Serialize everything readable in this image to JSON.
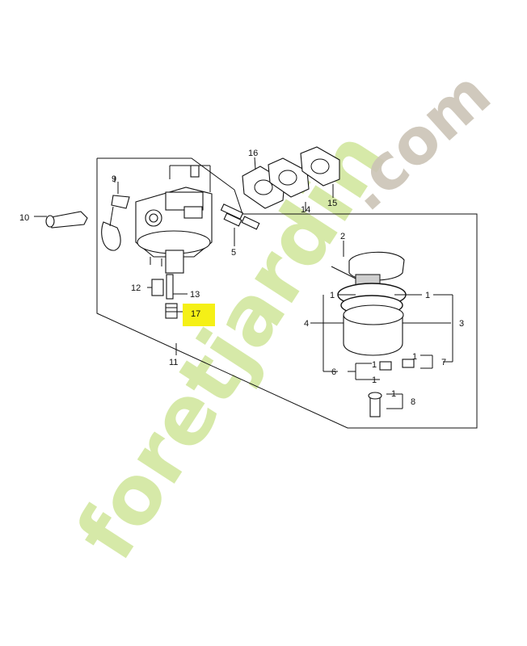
{
  "watermark": {
    "text_main": "foretjardin",
    "text_suffix": ".com",
    "color_green": "#cfe69a",
    "color_orange": "#f6c79a",
    "color_grey": "#cbc4b6"
  },
  "highlight_color": "#f5f016",
  "callouts": {
    "c1a": "1",
    "c1b": "1",
    "c1c": "1",
    "c1d": "1",
    "c1e": "1",
    "c1f": "1",
    "c2": "2",
    "c3": "3",
    "c4": "4",
    "c5": "5",
    "c6": "6",
    "c7": "7",
    "c8": "8",
    "c9": "9",
    "c10": "10",
    "c11": "11",
    "c12": "12",
    "c13": "13",
    "c14": "14",
    "c15": "15",
    "c16": "16",
    "c17": "17"
  }
}
